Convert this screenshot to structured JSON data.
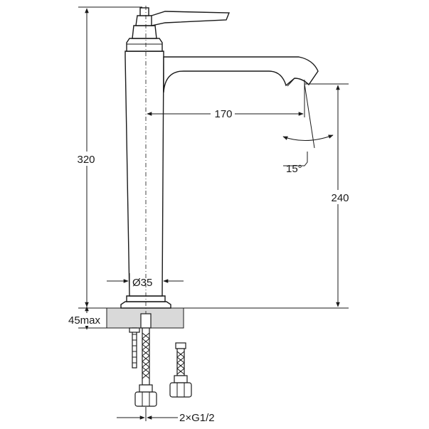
{
  "dimensions": {
    "overall_height": "320",
    "spout_reach": "170",
    "spout_height": "240",
    "body_diameter": "Ø35",
    "spout_angle": "15°",
    "max_deck_thickness": "45max",
    "connections": "2×G1/2"
  },
  "colors": {
    "line": "#1a1a1a",
    "countertop_fill": "#d9d9d9",
    "background": "#ffffff"
  }
}
